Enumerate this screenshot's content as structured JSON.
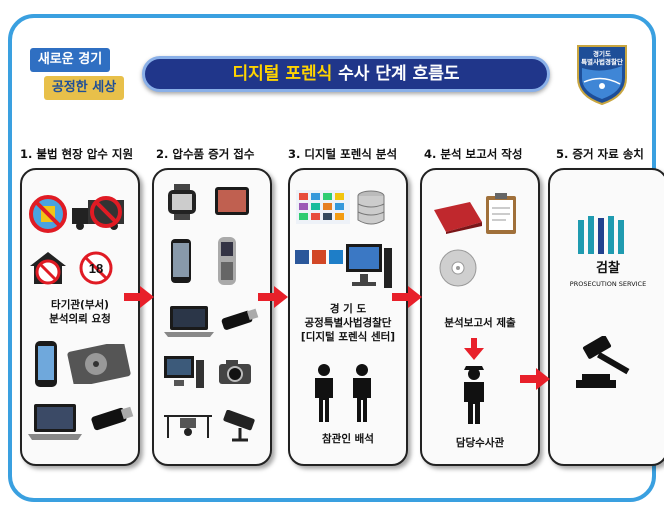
{
  "logo": {
    "line1": "새로운 경기",
    "line2": "공정한 세상"
  },
  "title": {
    "highlight": "디지털 포렌식",
    "rest": " 수사 단계 흐름도"
  },
  "emblem": {
    "line1": "경기도",
    "line2": "특별사법경찰단"
  },
  "steps": [
    {
      "label": "1. 불법 현장 압수 지원",
      "text1": "타기관(부서)",
      "text2": "분석의뢰 요청",
      "badge": "18"
    },
    {
      "label": "2. 압수품 증거 접수"
    },
    {
      "label": "3. 디지털 포렌식 분석",
      "text1": "경 기 도",
      "text2": "공정특별사법경찰단",
      "text3": "[디지털 포렌식 센터]",
      "text4": "참관인 배석"
    },
    {
      "label": "4. 분석 보고서 작성",
      "text1": "분석보고서 제출",
      "text2": "담당수사관"
    },
    {
      "label": "5. 증거 자료 송치",
      "org": "검찰",
      "org_en": "PROSECUTION SERVICE"
    }
  ],
  "colors": {
    "frame": "#3aa0e0",
    "title_bg": "#20368a",
    "title_highlight": "#ffd400",
    "arrow": "#e8202a"
  }
}
